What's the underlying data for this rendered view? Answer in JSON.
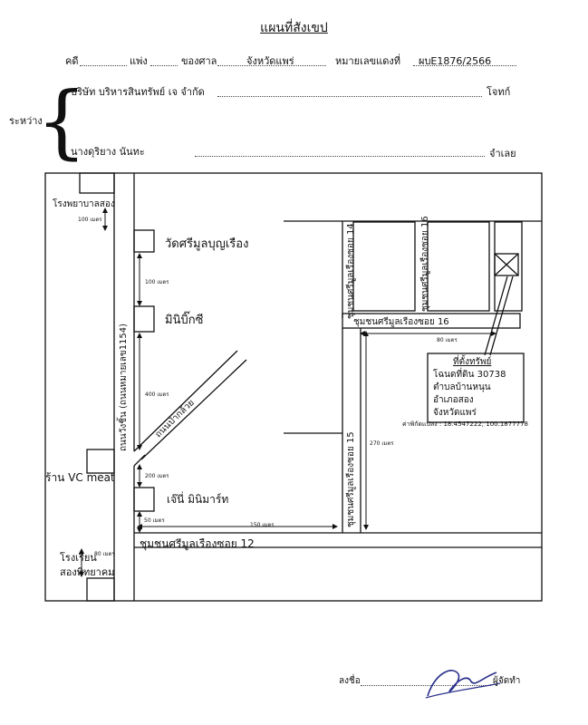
{
  "title": "แผนที่สังเขป",
  "header": {
    "case_label": "คดี",
    "civil_label": "แพ่ง",
    "court_label": "ของศาล",
    "court_value": "จังหวัดแพร่",
    "red_no_label": "หมายเลขแดงที่",
    "red_no_value": "ผบE1876/2566"
  },
  "parties": {
    "between_label": "ระหว่าง",
    "plaintiff": "บริษัท บริหารสินทรัพย์ เจ จำกัด",
    "plaintiff_role": "โจทก์",
    "defendant": "นางดุริยาง นันทะ",
    "defendant_role": "จำเลย"
  },
  "map": {
    "labels": {
      "hospital": "โรงพยาบาลสอง",
      "dist_hospital": "100 เมตร",
      "temple": "วัดศรีมูลบุญเรือง",
      "dist_temple_minibigc": "100 เมตร",
      "minibigc": "มินิบิ๊กซี",
      "dist_400": "400 เมตร",
      "main_road": "ถนนวังชิ้น (ถนนหมายเลข1154)",
      "side_road": "ถนนป่ากล้วย",
      "shop_vc": "ร้าน VC meat",
      "dist_200": "200 เมตร",
      "jiffy": "เจ๊นี่ มินิมาร์ท",
      "dist_50": "50 เมตร",
      "school_1": "โรงเรียน",
      "school_2": "สองพิทยาคม",
      "dist_80_school": "80 เมตร",
      "dist_150": "150 เมตร",
      "soi12": "ชุมชนศรีมูลเรืองซอย 12",
      "soi14": "ชุมชนศรีมูลเรืองซอย 14",
      "soi16_v": "ชุมชนศรีมูลเรืองซอย 16",
      "soi16_h": "ชุมชนศรีมูลเรืองซอย 16",
      "soi15": "ชุมชนศรีมูลเรืองซอย 15",
      "dist_80_soi16": "80 เมตร",
      "dist_270": "270 เมตร",
      "property_title": "ที่ตั้งทรัพย์",
      "deed": "โฉนดที่ดิน 30738",
      "subdistrict": "ตำบลบ้านหนุน",
      "district": "อำเภอสอง",
      "province": "จังหวัดแพร่",
      "coords": "ค่าพิกัดแปลง : 18.4547222, 100.1877778"
    }
  },
  "signature": {
    "sign_label": "ลงชื่อ",
    "maker_label": "ผู้จัดทำ"
  }
}
